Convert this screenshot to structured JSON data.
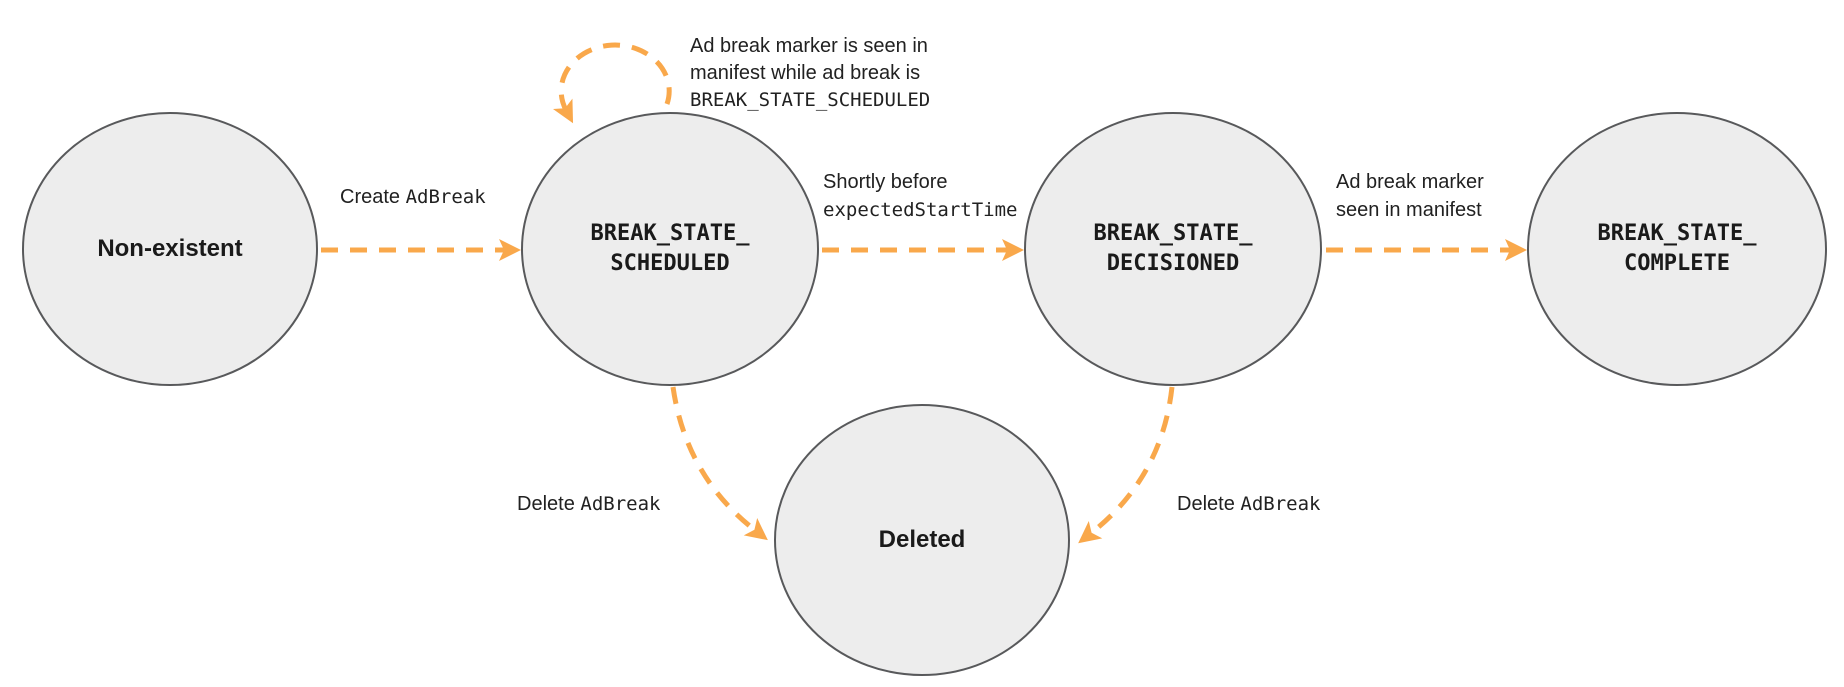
{
  "colors": {
    "arrow": "#F9A84B",
    "node_fill": "#EDEDED",
    "node_border": "#58595B",
    "text": "#212121"
  },
  "states": {
    "non_existent": {
      "label": "Non-existent"
    },
    "scheduled": {
      "line1": "BREAK_STATE_",
      "line2": "SCHEDULED"
    },
    "decisioned": {
      "line1": "BREAK_STATE_",
      "line2": "DECISIONED"
    },
    "complete": {
      "line1": "BREAK_STATE_",
      "line2": "COMPLETE"
    },
    "deleted": {
      "label": "Deleted"
    }
  },
  "edges": {
    "create": {
      "prefix": "Create ",
      "code": "AdBreak"
    },
    "self_loop": {
      "line1": "Ad break marker is seen in",
      "line2": "manifest while ad break is",
      "line3": "BREAK_STATE_SCHEDULED"
    },
    "decision": {
      "line1": "Shortly before",
      "code": "expectedStartTime"
    },
    "complete": {
      "line1": "Ad break marker",
      "line2": "seen in manifest"
    },
    "delete_left": {
      "prefix": "Delete ",
      "code": "AdBreak"
    },
    "delete_right": {
      "prefix": "Delete ",
      "code": "AdBreak"
    }
  }
}
